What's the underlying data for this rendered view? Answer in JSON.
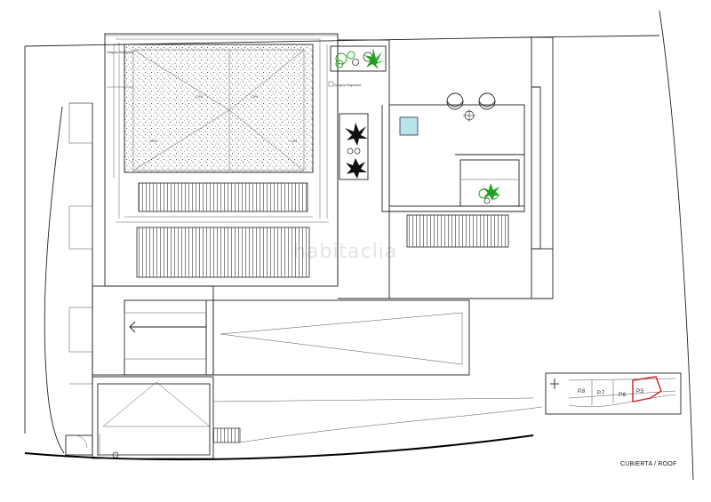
{
  "drawing": {
    "title": "CUBIERTA / ROOF",
    "watermark": "habitaclia"
  },
  "labels": {
    "gargola_left": "Gárgola Seguridad",
    "gargola_right": "Gárgola Seguridad",
    "roof_slope_a": "1.5%",
    "roof_slope_b": "1.5%",
    "roof_slope_c": "1.5%",
    "roof_slope_d": "1.5%"
  },
  "location_plan": {
    "lots": [
      "P.8",
      "P.7",
      "P.6",
      "P.5"
    ],
    "highlighted_lot": "P.5",
    "highlight_color": "#cc1f1f"
  },
  "colors": {
    "pool": "#b8e4ee",
    "plants": "#1aa31a",
    "line": "#222222"
  }
}
